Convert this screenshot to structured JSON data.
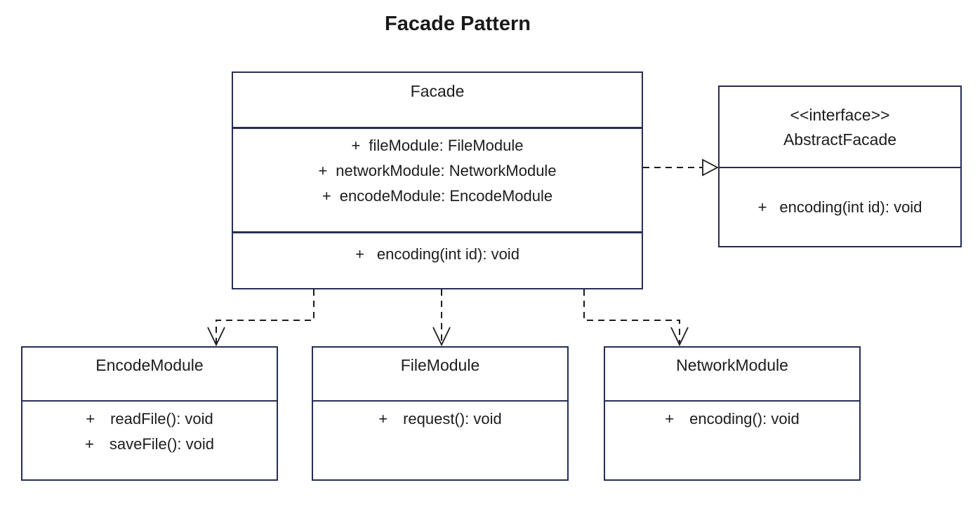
{
  "title": "Facade Pattern",
  "colors": {
    "box_border": "#262e55",
    "connector": "#1c1c1c",
    "text": "#1c1c1c",
    "background": "#ffffff"
  },
  "classes": {
    "facade": {
      "name": "Facade",
      "attributes": [
        {
          "visibility": "+",
          "signature": "fileModule: FileModule"
        },
        {
          "visibility": "+",
          "signature": "networkModule: NetworkModule"
        },
        {
          "visibility": "+",
          "signature": "encodeModule: EncodeModule"
        }
      ],
      "methods": [
        {
          "visibility": "+",
          "signature": "encoding(int id): void"
        }
      ]
    },
    "abstract_facade": {
      "stereotype": "<<interface>>",
      "name": "AbstractFacade",
      "methods": [
        {
          "visibility": "+",
          "signature": "encoding(int id): void"
        }
      ]
    },
    "encode_module": {
      "name": "EncodeModule",
      "methods": [
        {
          "visibility": "+",
          "signature": "readFile(): void"
        },
        {
          "visibility": "+",
          "signature": "saveFile(): void"
        }
      ]
    },
    "file_module": {
      "name": "FileModule",
      "methods": [
        {
          "visibility": "+",
          "signature": "request(): void"
        }
      ]
    },
    "network_module": {
      "name": "NetworkModule",
      "methods": [
        {
          "visibility": "+",
          "signature": "encoding(): void"
        }
      ]
    }
  },
  "relationships": [
    {
      "type": "realization",
      "from": "Facade",
      "to": "AbstractFacade",
      "line": "dashed",
      "arrowhead": "hollow-triangle"
    },
    {
      "type": "dependency",
      "from": "Facade",
      "to": "EncodeModule",
      "line": "dashed",
      "arrowhead": "open-v"
    },
    {
      "type": "dependency",
      "from": "Facade",
      "to": "FileModule",
      "line": "dashed",
      "arrowhead": "open-v"
    },
    {
      "type": "dependency",
      "from": "Facade",
      "to": "NetworkModule",
      "line": "dashed",
      "arrowhead": "open-v"
    }
  ]
}
